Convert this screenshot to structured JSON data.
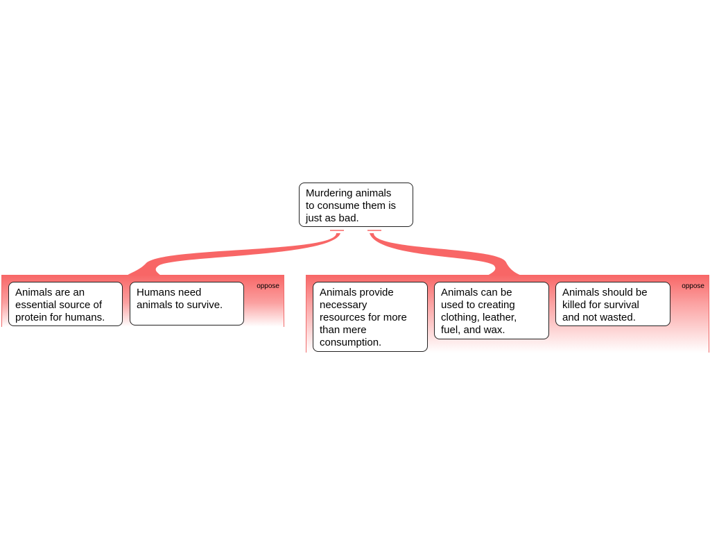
{
  "root": {
    "text": "Murdering animals\nto consume them is\njust as bad."
  },
  "groups": [
    {
      "label": "oppose",
      "reasons": [
        "Animals are an\nessential source of\nprotein for humans.",
        "Humans need\nanimals to survive."
      ]
    },
    {
      "label": "oppose",
      "reasons": [
        "Animals provide\nnecessary\nresources for more\nthan mere\nconsumption.",
        "Animals can be\nused to creating\nclothing, leather,\nfuel, and wax.",
        "Animals should be\nkilled for survival\nand not wasted."
      ]
    }
  ],
  "colors": {
    "oppose": "#f86666",
    "border": "#222222"
  }
}
